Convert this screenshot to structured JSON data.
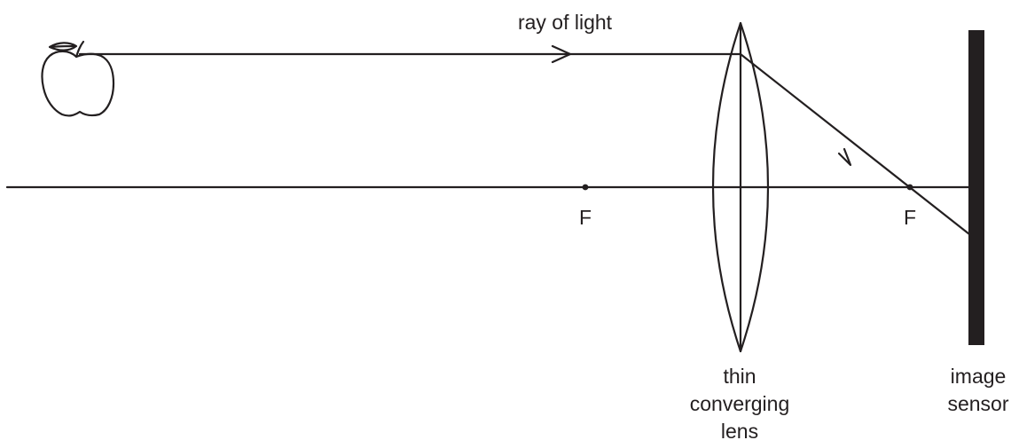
{
  "labels": {
    "ray": "ray of light",
    "focal_left": "F",
    "focal_right": "F",
    "lens_line1": "thin",
    "lens_line2": "converging",
    "lens_line3": "lens",
    "sensor_line1": "image",
    "sensor_line2": "sensor"
  },
  "colors": {
    "ink": "#231f20",
    "background": "#ffffff"
  },
  "icons": {
    "object": "apple-icon"
  }
}
